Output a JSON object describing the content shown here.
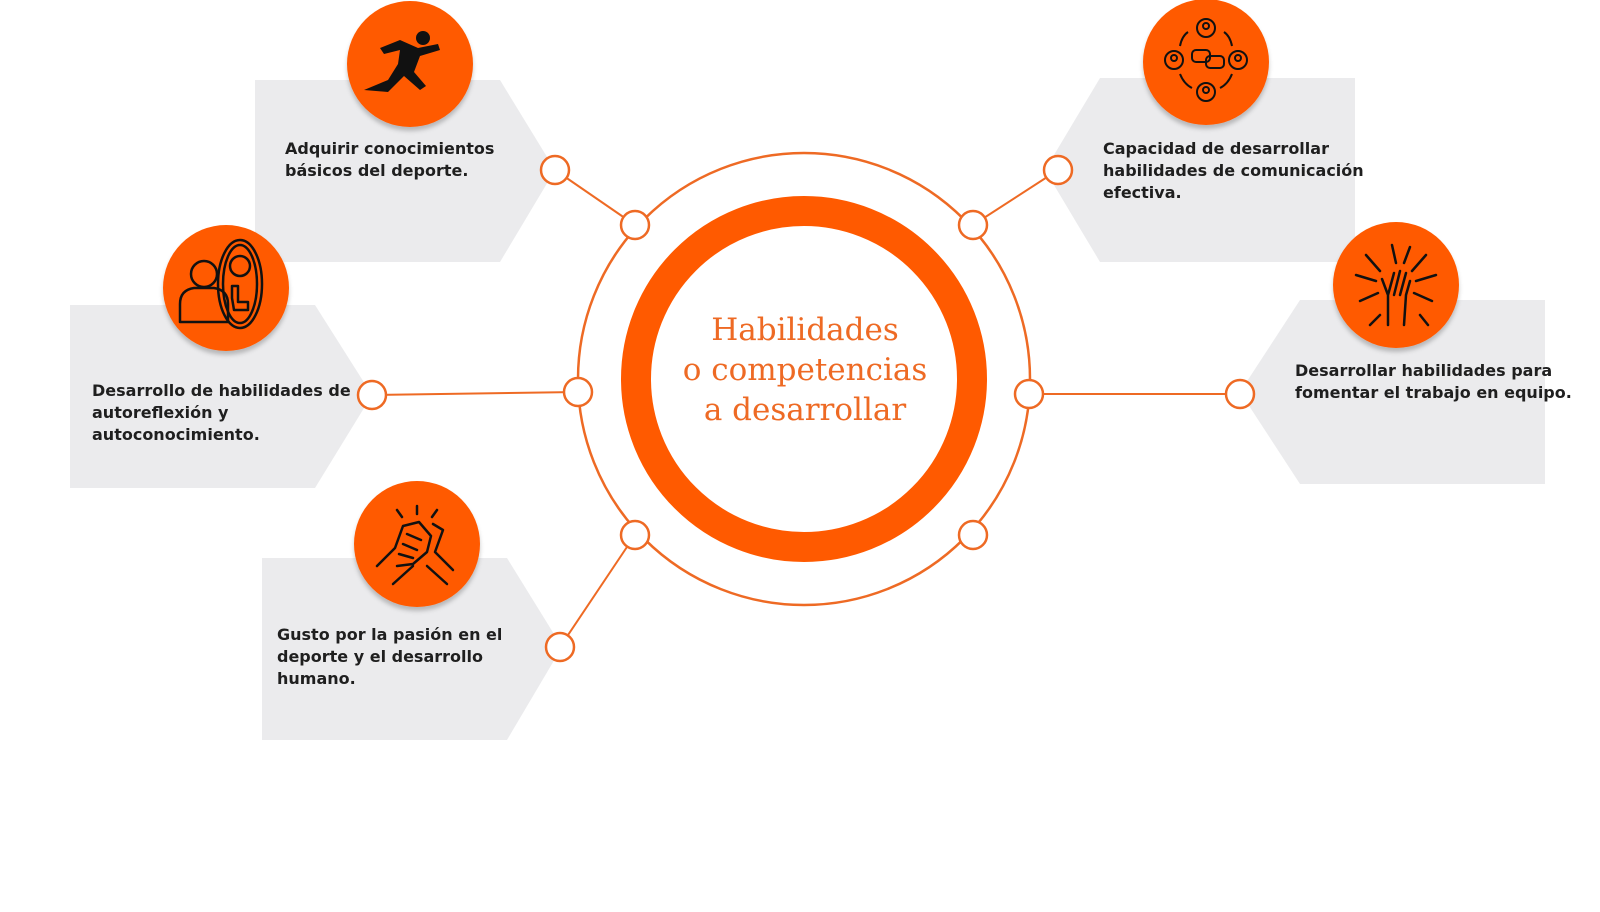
{
  "center": {
    "line1": "Habilidades",
    "line2": "o competencias",
    "line3": "a desarrollar"
  },
  "colors": {
    "accent": "#ff5a00",
    "line": "#ee6a24",
    "card": "#ebebed",
    "text": "#1f1f1f"
  },
  "cards": [
    {
      "id": "sport-knowledge",
      "icon": "running-person-icon",
      "text": [
        "Adquirir conocimientos",
        "básicos del deporte."
      ]
    },
    {
      "id": "self-reflection",
      "icon": "mirror-reflection-icon",
      "text": [
        "Desarrollo de habilidades de",
        "autoreflexión y",
        "autoconocimiento."
      ]
    },
    {
      "id": "passion",
      "icon": "handshake-icon",
      "text": [
        "Gusto por la pasión en el",
        "deporte y el desarrollo",
        "humano."
      ]
    },
    {
      "id": "communication",
      "icon": "communication-network-icon",
      "text": [
        "Capacidad de desarrollar",
        "habilidades de comunicación",
        "efectiva."
      ]
    },
    {
      "id": "teamwork",
      "icon": "team-hands-icon",
      "text": [
        "Desarrollar habilidades para",
        "fomentar el trabajo en equipo."
      ]
    }
  ]
}
